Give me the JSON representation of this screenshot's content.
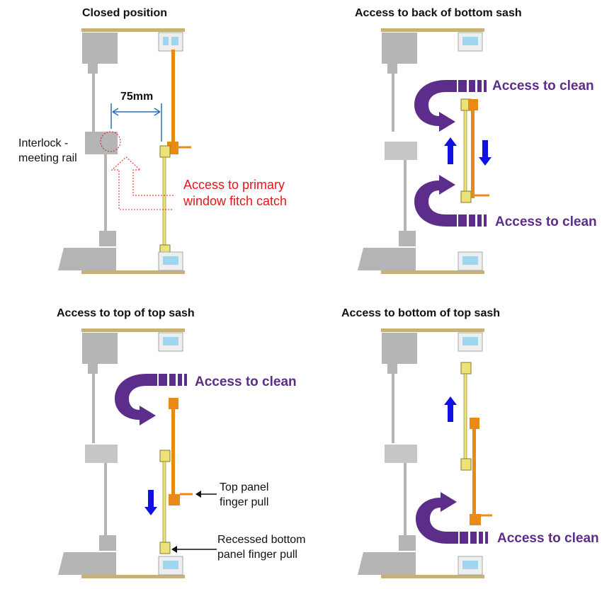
{
  "panels": [
    {
      "title": "Closed position",
      "labels": {
        "dimension": "75mm",
        "interlock": "Interlock -\nmeeting rail",
        "fitch": "Access to primary\nwindow fitch catch"
      }
    },
    {
      "title": "Access to back of bottom sash",
      "labels": {
        "clean_top": "Access to clean",
        "clean_bottom": "Access to clean"
      }
    },
    {
      "title": "Access to top of top sash",
      "labels": {
        "clean_top": "Access to clean",
        "top_pull": "Top panel\nfinger pull",
        "bottom_pull": "Recessed bottom\npanel finger pull"
      }
    },
    {
      "title": "Access to bottom of top sash",
      "labels": {
        "clean_bottom": "Access to clean"
      }
    }
  ],
  "colors": {
    "frame_gray": "#b5b5b5",
    "sill_brown": "#c8b07a",
    "sash_orange": "#e98a16",
    "sash_yellow": "#ece27a",
    "clean_arrow": "#5c2d8a",
    "move_arrow": "#1010e0",
    "red_note": "#e8141c",
    "dim_line": "#2f6db5"
  }
}
